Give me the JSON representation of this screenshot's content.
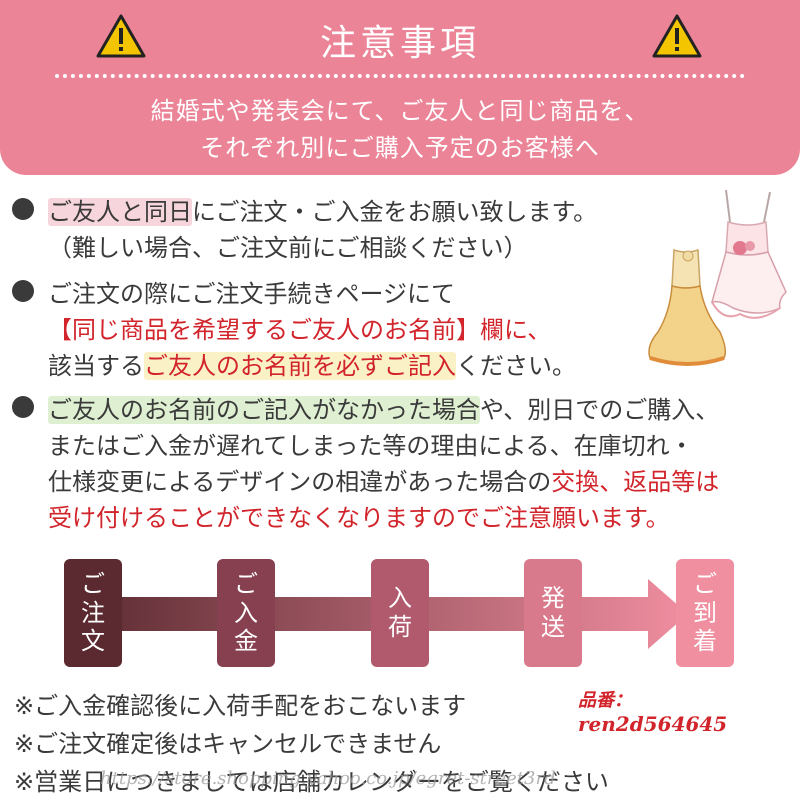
{
  "header": {
    "title": "注意事項",
    "subtitle_line1": "結婚式や発表会にて、ご友人と同じ商品を、",
    "subtitle_line2": "それぞれ別にご購入予定のお客様へ",
    "bg_color": "#ec8498"
  },
  "bullets": [
    {
      "hl": "ご友人と同日",
      "line1_rest": "にご注文・ご入金をお願い致します。",
      "line2": "（難しい場合、ご注文前にご相談ください）"
    },
    {
      "line1": "ご注文の際にご注文手続きページにて",
      "line2": "【同じ商品を希望するご友人のお名前】欄に、",
      "line3_pre": "該当する",
      "line3_hl": "ご友人のお名前を必ずご記入",
      "line3_post": "ください。"
    },
    {
      "line1_hl": "ご友人のお名前のご記入がなかった場合",
      "line1_rest": "や、別日でのご購入、",
      "line2": "またはご入金が遅れてしまった等の理由による、在庫切れ・",
      "line3_pre": "仕様変更によるデザインの相違があった場合の",
      "line3_red": "交換、返品等は",
      "line4_red": "受け付けることができなくなりますのでご注意願います。"
    }
  ],
  "flow": {
    "steps": [
      {
        "label": "ご注文",
        "color": "#5a2a30"
      },
      {
        "label": "ご入金",
        "color": "#874050"
      },
      {
        "label": "入荷",
        "color": "#b15a6e"
      },
      {
        "label": "発送",
        "color": "#d97a8c"
      },
      {
        "label": "ご到着",
        "color": "#ef8fa0"
      }
    ]
  },
  "notes": [
    "※ご入金確認後に入荷手配をおこないます",
    "※ご注文確定後はキャンセルできません",
    "※営業日につきましては店舗カレンダーをご覧ください"
  ],
  "product_number": {
    "label": "品番：",
    "value": "ren2d564645"
  },
  "watermark": "https://store.shopping.yahoo.co.jp/egret-street3rd"
}
